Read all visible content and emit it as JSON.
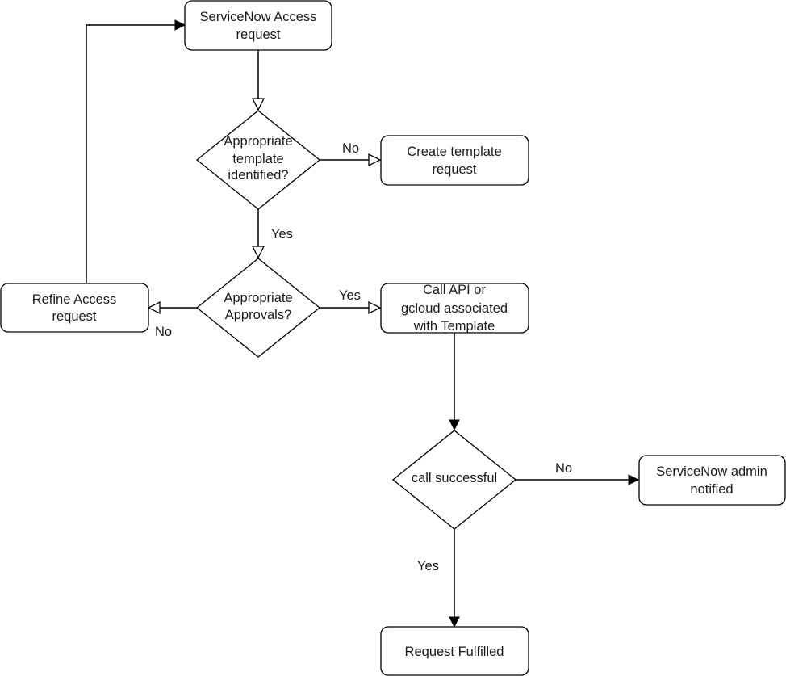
{
  "nodes": {
    "servicenow_request": {
      "line1": "ServiceNow Access",
      "line2": "request"
    },
    "template_decision": {
      "line1": "Appropriate",
      "line2": "template",
      "line3": "identified?"
    },
    "create_template": {
      "line1": "Create template",
      "line2": "request"
    },
    "approvals_decision": {
      "line1": "Appropriate",
      "line2": "Approvals?"
    },
    "refine_request": {
      "line1": "Refine Access",
      "line2": "request"
    },
    "call_api": {
      "line1": "Call API or",
      "line2_code": "gcloud",
      "line2_rest": " associated",
      "line3": "with Template"
    },
    "call_successful": {
      "label": "call successful"
    },
    "admin_notified": {
      "line1": "ServiceNow admin",
      "line2": "notified"
    },
    "request_fulfilled": {
      "label": "Request Fulfilled"
    }
  },
  "edges": {
    "template_no": "No",
    "template_yes": "Yes",
    "approvals_yes": "Yes",
    "approvals_no": "No",
    "call_no": "No",
    "call_yes": "Yes"
  },
  "colors": {
    "stroke": "#000000",
    "fill": "#ffffff",
    "text": "#1a1a1a"
  }
}
